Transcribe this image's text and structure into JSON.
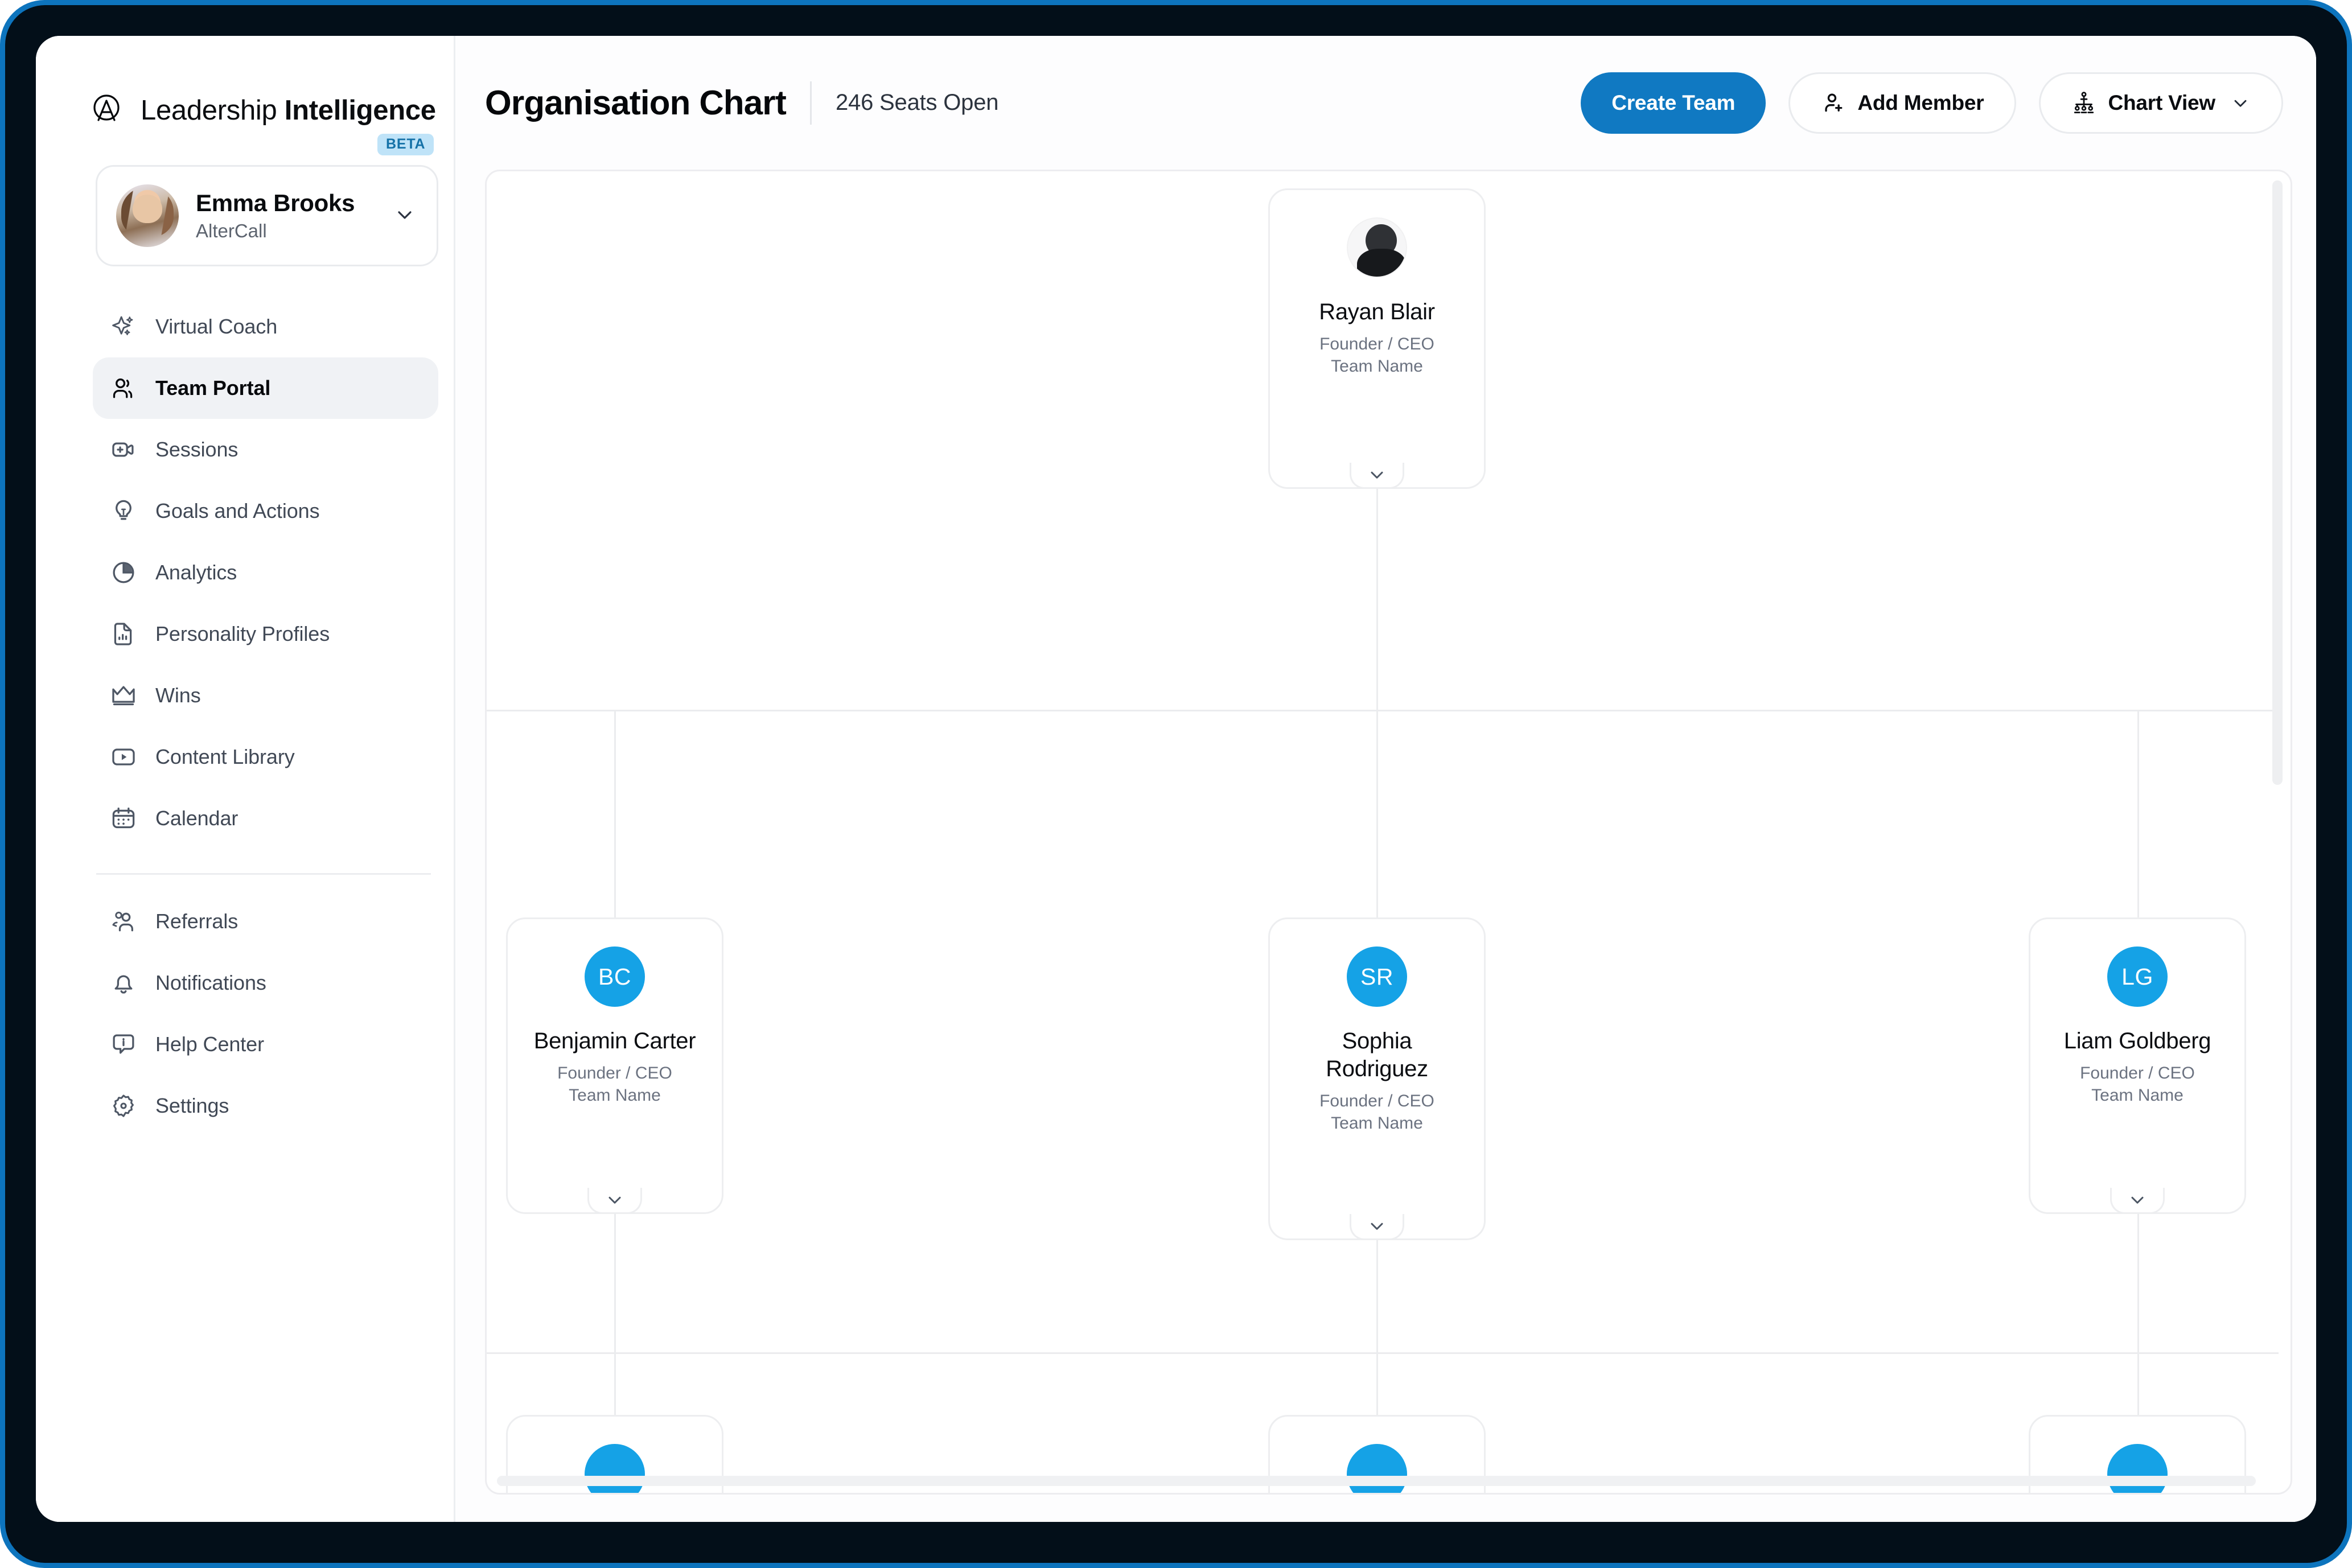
{
  "brand": {
    "name_thin": "Leadership ",
    "name_bold": "Intelligence",
    "badge": "BETA",
    "logo_icon": "altercall-logo-icon"
  },
  "user": {
    "name": "Emma Brooks",
    "org": "AlterCall",
    "chevron_icon": "chevron-down-icon",
    "avatar_icon": "user-avatar"
  },
  "sidebar": {
    "primary_items": [
      {
        "label": "Virtual Coach",
        "icon": "sparkle-icon",
        "active": false
      },
      {
        "label": "Team Portal",
        "icon": "users-icon",
        "active": true
      },
      {
        "label": "Sessions",
        "icon": "video-plus-icon",
        "active": false
      },
      {
        "label": "Goals and Actions",
        "icon": "lightbulb-icon",
        "active": false
      },
      {
        "label": "Analytics",
        "icon": "pie-chart-icon",
        "active": false
      },
      {
        "label": "Personality Profiles",
        "icon": "document-chart-icon",
        "active": false
      },
      {
        "label": "Wins",
        "icon": "crown-icon",
        "active": false
      },
      {
        "label": "Content Library",
        "icon": "play-rect-icon",
        "active": false
      },
      {
        "label": "Calendar",
        "icon": "calendar-icon",
        "active": false
      }
    ],
    "secondary_items": [
      {
        "label": "Referrals",
        "icon": "referrals-people-icon"
      },
      {
        "label": "Notifications",
        "icon": "bell-icon"
      },
      {
        "label": "Help Center",
        "icon": "help-info-icon"
      },
      {
        "label": "Settings",
        "icon": "gear-icon"
      }
    ]
  },
  "header": {
    "title": "Organisation Chart",
    "seats_open": "246 Seats Open",
    "create_team_label": "Create Team",
    "add_member_label": "Add Member",
    "add_member_icon": "user-plus-icon",
    "chart_view_label": "Chart View",
    "chart_view_icon": "org-chart-icon",
    "chart_view_chevron": "chevron-down-icon"
  },
  "colors": {
    "primary_button": "#1079c2",
    "avatar_blue": "#15a2e6",
    "badge_bg": "#bfe3f8",
    "badge_text": "#1572a8",
    "active_nav_bg": "#f0f2f5",
    "edge_line": "#ebecee",
    "device_border": "#0d74bd",
    "device_bezel": "#030f19"
  },
  "chart_data": {
    "type": "org-chart",
    "title": "Organisation Chart",
    "seats_open": 246,
    "levels": 3,
    "nodes": [
      {
        "id": "root",
        "name": "Rayan Blair",
        "role": "Founder / CEO",
        "team": "Team Name",
        "avatar_type": "photo",
        "initials": "",
        "level": 1,
        "expand_icon": "chevron-down-icon",
        "parent": null
      },
      {
        "id": "bc",
        "name": "Benjamin Carter",
        "role": "Founder / CEO",
        "team": "Team Name",
        "avatar_type": "initials",
        "initials": "BC",
        "level": 2,
        "expand_icon": "chevron-down-icon",
        "parent": "root"
      },
      {
        "id": "sr",
        "name": "Sophia Rodriguez",
        "role": "Founder / CEO",
        "team": "Team Name",
        "avatar_type": "initials",
        "initials": "SR",
        "level": 2,
        "expand_icon": "chevron-down-icon",
        "parent": "root"
      },
      {
        "id": "lg",
        "name": "Liam Goldberg",
        "role": "Founder / CEO",
        "team": "Team Name",
        "avatar_type": "initials",
        "initials": "LG",
        "level": 2,
        "expand_icon": "chevron-down-icon",
        "parent": "root"
      },
      {
        "id": "c1",
        "name": "",
        "role": "",
        "team": "",
        "avatar_type": "initials",
        "initials": "",
        "level": 3,
        "parent": "bc"
      },
      {
        "id": "c2",
        "name": "",
        "role": "",
        "team": "",
        "avatar_type": "initials",
        "initials": "",
        "level": 3,
        "parent": "sr"
      },
      {
        "id": "c3",
        "name": "",
        "role": "",
        "team": "",
        "avatar_type": "initials",
        "initials": "",
        "level": 3,
        "parent": "lg"
      }
    ]
  }
}
